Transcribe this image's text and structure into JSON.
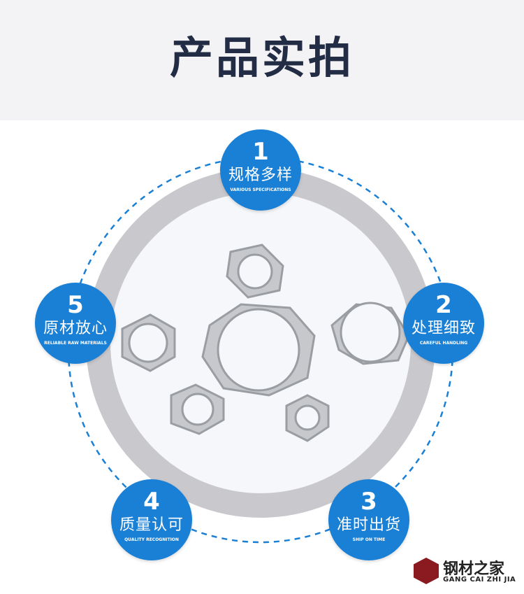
{
  "title": "产品实拍",
  "features": [
    {
      "num": "1",
      "cn": "规格多样",
      "en": "VARIOUS SPECIFICATIONS"
    },
    {
      "num": "2",
      "cn": "处理细致",
      "en": "CAREFUL HANDLING"
    },
    {
      "num": "3",
      "cn": "准时出货",
      "en": "SHIP ON TIME"
    },
    {
      "num": "4",
      "cn": "质量认可",
      "en": "QUALITY RECOGNITION"
    },
    {
      "num": "5",
      "cn": "原材放心",
      "en": "RELIABLE RAW MATERIALS"
    }
  ],
  "logo": {
    "cn": "钢材之家",
    "en": "GANG CAI ZHI JIA"
  },
  "colors": {
    "accent": "#1a80d6",
    "title": "#232c45"
  }
}
